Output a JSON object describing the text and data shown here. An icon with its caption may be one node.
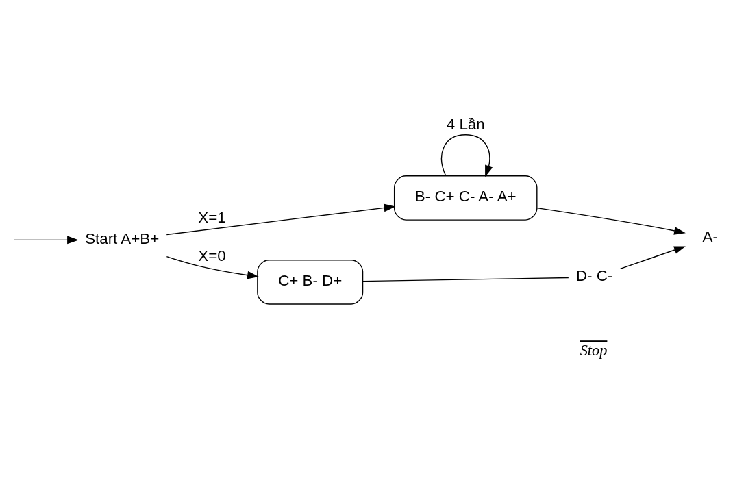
{
  "diagram": {
    "nodes": [
      {
        "text": [
          "Start A+B+"
        ]
      },
      {
        "text": [
          "B- C+ C- A- A+"
        ]
      },
      {
        "text": [
          "A-"
        ]
      },
      {
        "text": [
          "C+ B- D+"
        ]
      },
      {
        "text": [
          "D- C-"
        ]
      }
    ],
    "edges": [
      {
        "from": 0,
        "to": 1,
        "arrow": "to",
        "label": "X=1"
      },
      {
        "from": 1,
        "to": 1,
        "arrow": "to",
        "label": "4 Lần"
      },
      {
        "from": 1,
        "to": 2,
        "arrow": "to"
      },
      {
        "from": 0,
        "to": 3,
        "arrow": "to",
        "label": "X=0"
      },
      {
        "from": 3,
        "to": 4,
        "arrow": "none"
      },
      {
        "from": 4,
        "to": 2,
        "arrow": "to"
      },
      {
        "from": null,
        "to": 0,
        "arrow": "to"
      }
    ],
    "labels": [
      "Stop"
    ]
  }
}
